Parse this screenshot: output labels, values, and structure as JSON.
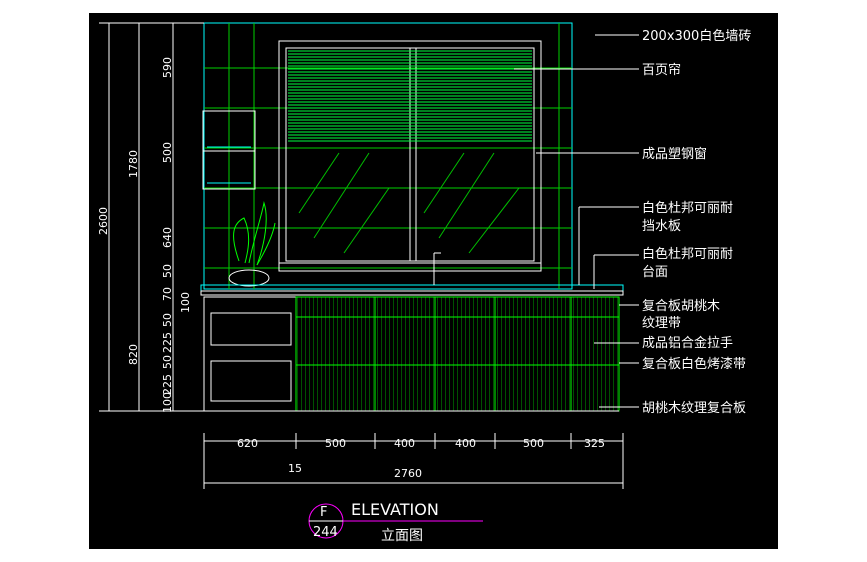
{
  "drawing": {
    "dims_left_inner": [
      "590",
      "500",
      "640",
      "50",
      "70",
      "50",
      "100",
      "225",
      "50",
      "225",
      "100"
    ],
    "dims_left_mid": [
      "1780",
      "820"
    ],
    "dims_left_outer": "2600",
    "dims_bottom": [
      "620",
      "500",
      "400",
      "400",
      "500",
      "325"
    ],
    "dim_offset": "15",
    "dim_total": "2760",
    "annotations": [
      "200x300白色墙砖",
      "百页帘",
      "成品塑钢窗",
      "白色杜邦可丽耐",
      "挡水板",
      "白色杜邦可丽耐",
      "台面",
      "复合板胡桃木",
      "纹理带",
      "成品铝合金拉手",
      "复合板白色烤漆带",
      "胡桃木纹理复合板"
    ],
    "title_letter": "F",
    "title_number": "244",
    "title_en": "ELEVATION",
    "title_cn": "立面图"
  }
}
